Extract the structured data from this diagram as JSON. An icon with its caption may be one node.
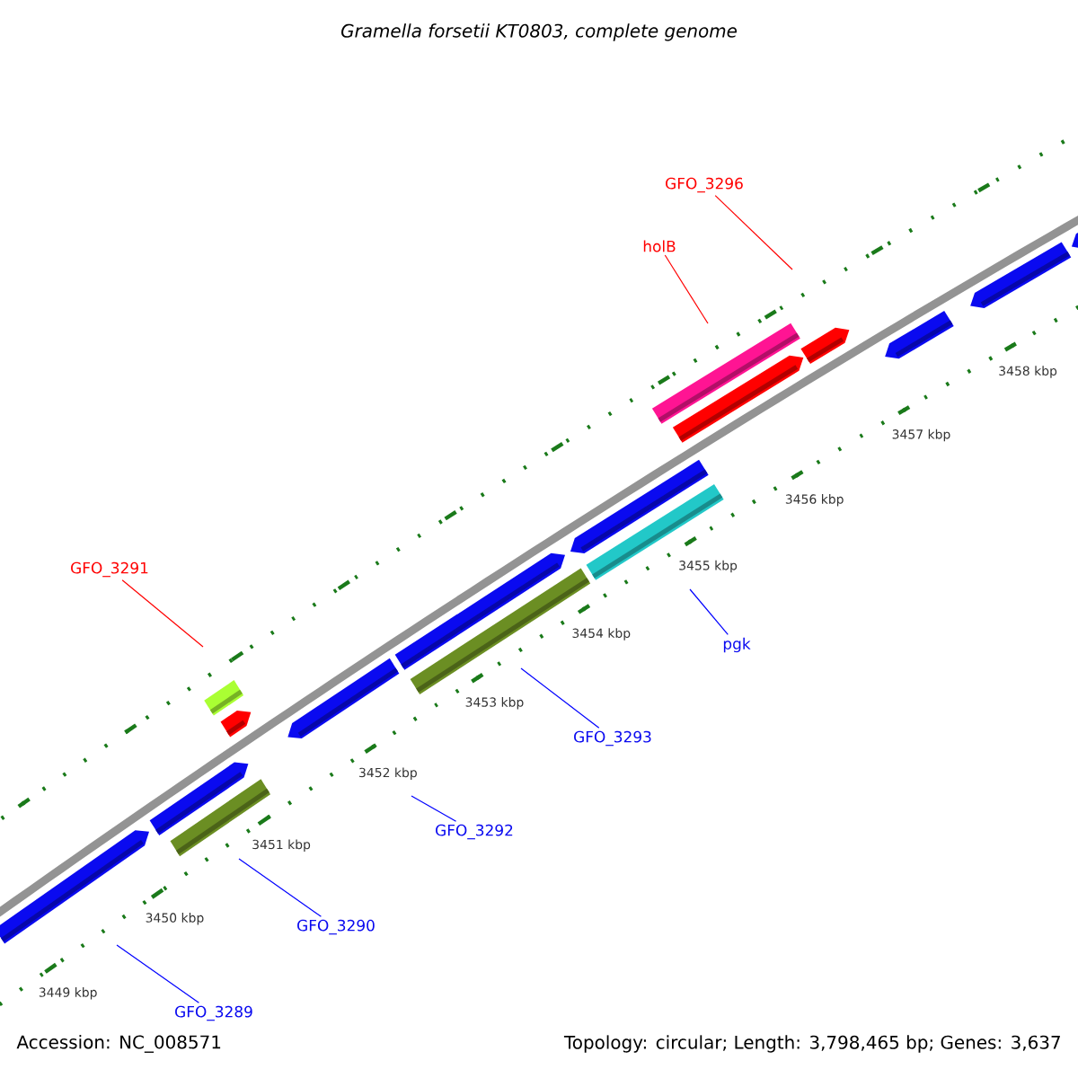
{
  "diagram": {
    "title": "Gramella forsetii KT0803, complete genome",
    "nodes": [
      {
        "text": [
          "GFO_3296"
        ]
      },
      {
        "text": [
          "holB"
        ]
      },
      {
        "text": [
          "GFO_3291"
        ]
      },
      {
        "text": [
          "pgk"
        ]
      },
      {
        "text": [
          "GFO_3293"
        ]
      },
      {
        "text": [
          "GFO_3292"
        ]
      },
      {
        "text": [
          "GFO_3290"
        ]
      },
      {
        "text": [
          "GFO_3289"
        ]
      }
    ],
    "edges": [
      {
        "from": 0,
        "to": null,
        "arrow": "none",
        "color": "#ff0000"
      },
      {
        "from": 1,
        "to": null,
        "arrow": "none",
        "color": "#ff0000"
      },
      {
        "from": 2,
        "to": null,
        "arrow": "none",
        "color": "#ff0000"
      },
      {
        "from": 3,
        "to": null,
        "arrow": "none"
      },
      {
        "from": 4,
        "to": null,
        "arrow": "none"
      },
      {
        "from": 5,
        "to": null,
        "arrow": "none"
      },
      {
        "from": 6,
        "to": null,
        "arrow": "none"
      },
      {
        "from": 7,
        "to": null,
        "arrow": "none"
      }
    ],
    "labels": [
      "3449 kbp",
      "3450 kbp",
      "3451 kbp",
      "3452 kbp",
      "3453 kbp",
      "3454 kbp",
      "3455 kbp",
      "3456 kbp",
      "3457 kbp",
      "3458 kbp",
      "Accession: NC_008571",
      "Topology: circular; Length: 3,798,465 bp; Genes: 3,637"
    ]
  }
}
